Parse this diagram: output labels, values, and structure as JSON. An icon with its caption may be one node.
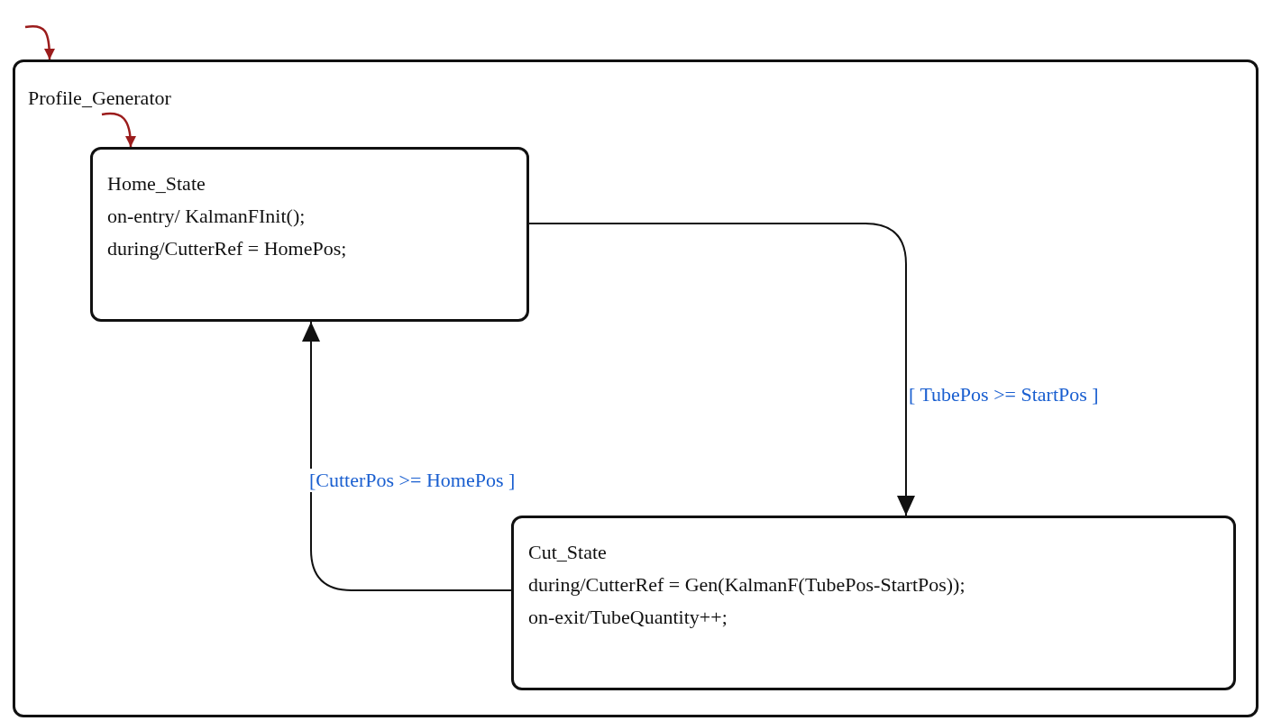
{
  "diagram": {
    "nodes": [
      {
        "text": [
          "Profile_Generator"
        ]
      },
      {
        "text": [
          "Home_State",
          "on-entry/ KalmanFInit();",
          "during/CutterRef = HomePos;"
        ],
        "in": 0
      },
      {
        "text": [
          "Cut_State",
          "during/CutterRef = Gen(KalmanF(TubePos-StartPos));",
          "on-exit/TubeQuantity++;"
        ],
        "in": 0
      }
    ],
    "edges": [
      {
        "from": null,
        "to": 0,
        "arrow": "to",
        "color": "#9b1c1c"
      },
      {
        "from": null,
        "to": 1,
        "arrow": "to",
        "color": "#9b1c1c"
      },
      {
        "from": 1,
        "to": 2,
        "arrow": "to",
        "label": "[ TubePos >= StartPos ]",
        "color": "#111111"
      },
      {
        "from": 2,
        "to": 1,
        "arrow": "to",
        "label": "[CutterPos >= HomePos ]",
        "color": "#111111"
      }
    ]
  }
}
